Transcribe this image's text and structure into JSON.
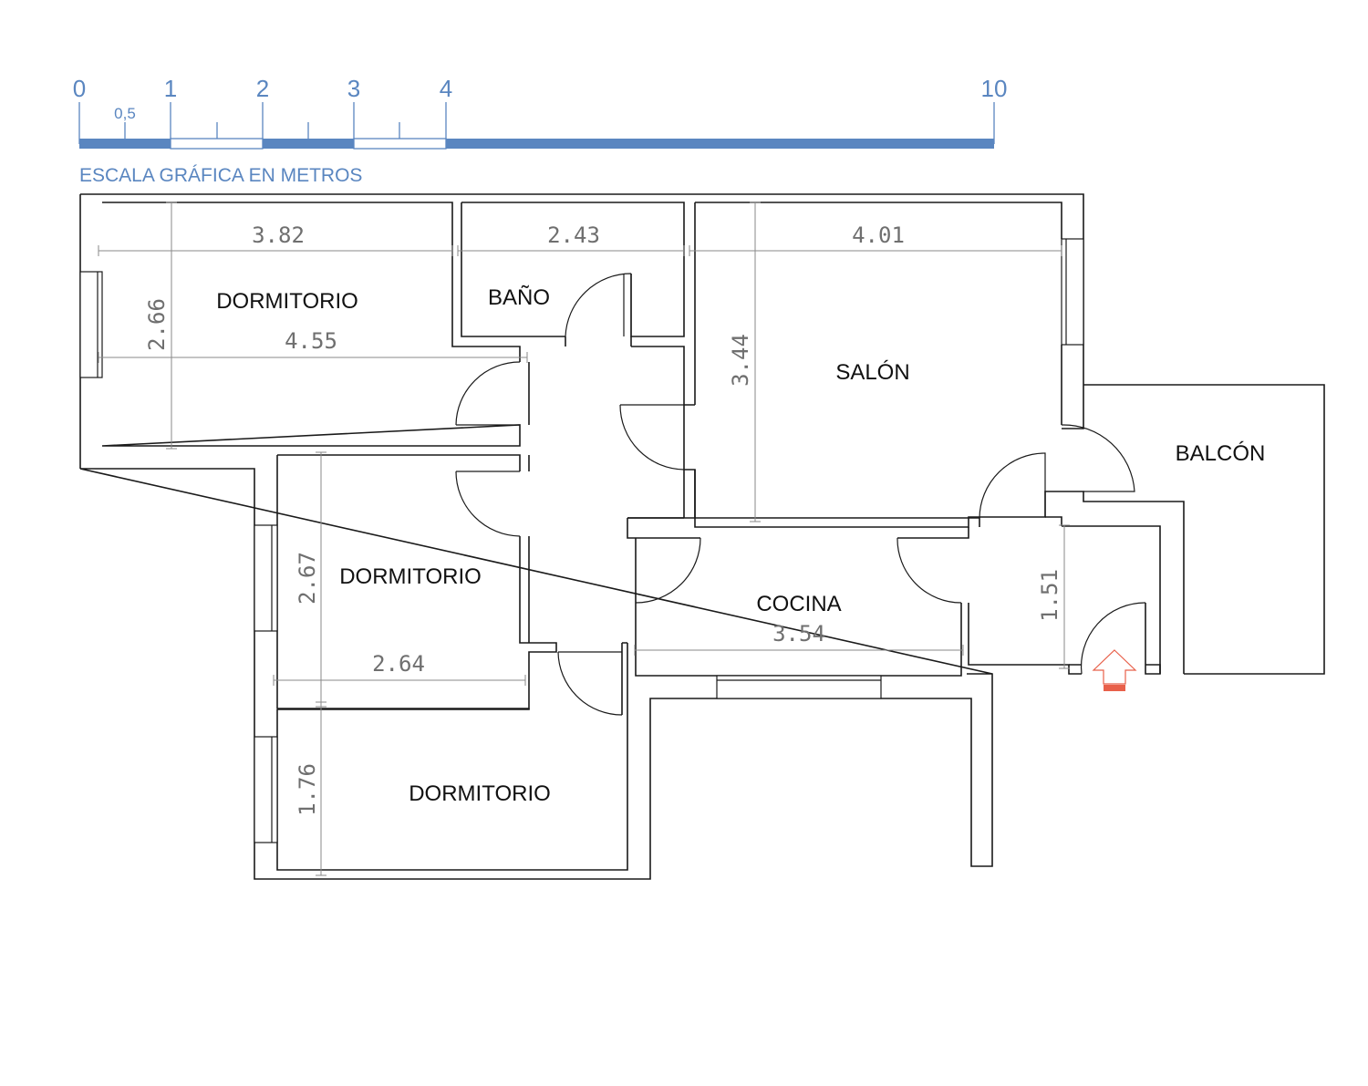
{
  "scale": {
    "ticks": [
      "0",
      "1",
      "2",
      "3",
      "4",
      "10"
    ],
    "half_label": "0,5",
    "title": "ESCALA GRÁFICA EN METROS",
    "color": "#5a86c0"
  },
  "rooms": {
    "dormitorio_1": "DORMITORIO",
    "bano": "BAÑO",
    "salon": "SALÓN",
    "balcon": "BALCÓN",
    "dormitorio_2": "DORMITORIO",
    "cocina": "COCINA",
    "dormitorio_3": "DORMITORIO"
  },
  "dimensions": {
    "d1_width": "3.82",
    "d1_height": "2.66",
    "d1_inner": "4.55",
    "bano_width": "2.43",
    "salon_width": "4.01",
    "salon_height": "3.44",
    "d2_height": "2.67",
    "d2_width": "2.64",
    "cocina_width": "3.54",
    "hall_height": "1.51",
    "d3_height": "1.76"
  },
  "entrance_marker": {
    "icon": "entrance-arrow-icon",
    "color": "#e8604a"
  }
}
